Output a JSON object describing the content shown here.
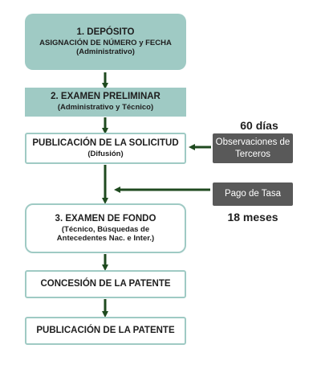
{
  "steps": [
    {
      "title": "1. DEPÓSITO",
      "line2": "ASIGNACIÓN DE NÚMERO y FECHA",
      "line3": "(Administrativo)"
    },
    {
      "title": "2. EXAMEN PRELIMINAR",
      "line2": "(Administrativo y Técnico)"
    },
    {
      "title": "PUBLICACIÓN DE LA SOLICITUD",
      "line2": "(Difusión)"
    },
    {
      "title": "3. EXAMEN DE FONDO",
      "line2": "(Técnico, Búsquedas de",
      "line3": "Antecedentes Nac. e Inter.)"
    },
    {
      "title": "CONCESIÓN DE LA PATENTE"
    },
    {
      "title": "PUBLICACIÓN DE LA PATENTE"
    }
  ],
  "side": {
    "observaciones": {
      "duration": "60 días",
      "line1": "Observaciones de",
      "line2": "Terceros"
    },
    "tasa": {
      "label": "Pago de Tasa",
      "duration": "18 meses"
    }
  },
  "colors": {
    "teal": "#9fcac4",
    "arrow": "#1f4a1f",
    "dark_box": "#595959"
  }
}
